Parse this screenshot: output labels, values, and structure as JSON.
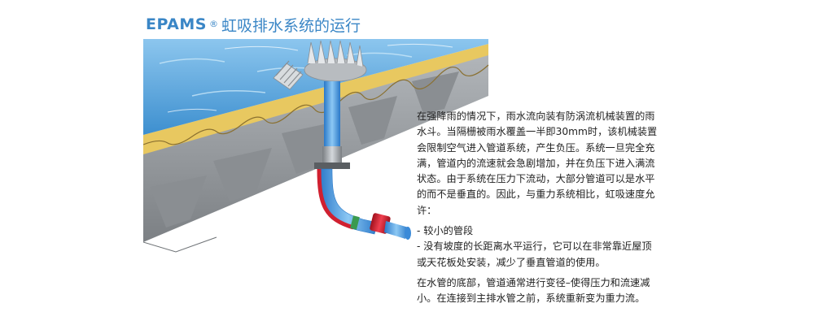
{
  "title": {
    "brand": "EPAMS",
    "registered_mark": "®",
    "rest": "虹吸排水系统的运行"
  },
  "body": {
    "paragraph_1": "在强降雨的情况下，雨水流向装有防涡流机械装置的雨水斗。当隔栅被雨水覆盖一半即30mm时，该机械装置会限制空气进入管道系统，产生负压。系统一旦完全充满，管道内的流速就会急剧增加，并在负压下进入满流状态。由于系统在压力下流动，大部分管道可以是水平的而不是垂直的。因此，与重力系统相比，虹吸速度允许：",
    "bullet_1": "- 较小的管段",
    "bullet_2": "- 没有坡度的长距离水平运行，它可以在非常靠近屋顶或天花板处安装，减少了垂直管道的使用。",
    "paragraph_2": "在水管的底部，管道通常进行变径–使得压力和流速减小。在连接到主排水管之前，系统重新变为重力流。"
  },
  "colors": {
    "title_blue": "#3a86c6",
    "water_blue": "#5aa8e0",
    "insulation_yellow": "#e8c860",
    "deck_gray": "#9a9ea2",
    "pipe_blue": "#4a9ae0",
    "coupling_red": "#d02030"
  }
}
